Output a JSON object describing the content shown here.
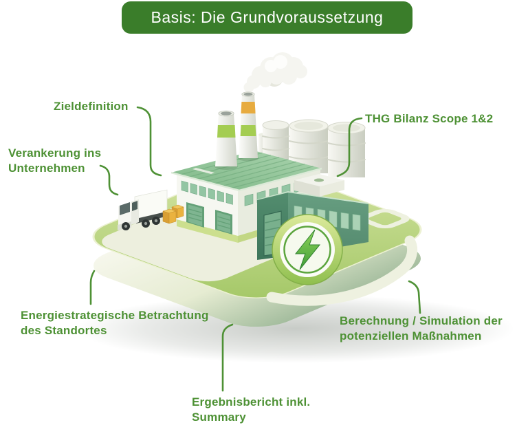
{
  "banner": {
    "title": "Basis: Die Grundvoraussetzung",
    "bg_color": "#3a7d2a",
    "text_color": "#ffffff"
  },
  "callout_color": "#4d9134",
  "callouts": {
    "zieldefinition": {
      "text": "Zieldefinition"
    },
    "verankerung": {
      "text": "Verankerung ins\nUnternehmen"
    },
    "thg": {
      "text": "THG Bilanz Scope 1&2"
    },
    "energie": {
      "text": "Energiestrategische Betrachtung\ndes Standortes"
    },
    "berechnung": {
      "text": "Berechnung / Simulation der\npotenziellen Maßnahmen"
    },
    "ergebnis": {
      "text": "Ergebnisbericht inkl.\nSummary"
    }
  },
  "illustration": {
    "type": "isometric-green-factory",
    "badge_icon": "lightning-bolt",
    "elements": [
      "green-platform",
      "main-hall",
      "annex-building",
      "smokestacks",
      "smoke-plume",
      "storage-tanks",
      "delivery-truck",
      "cargo-crates",
      "energy-badge"
    ]
  }
}
